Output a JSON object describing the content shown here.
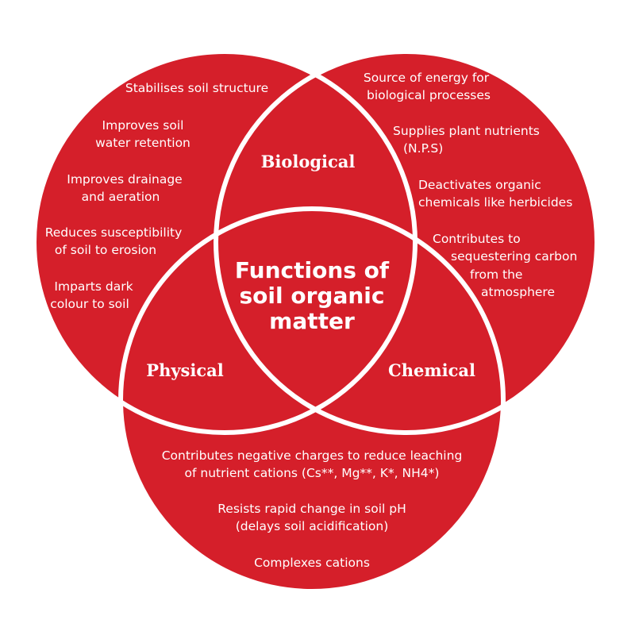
{
  "colors": {
    "fill": "#d51f2a",
    "stroke": "#ffffff",
    "text": "#ffffff"
  },
  "title": [
    "Functions of",
    "soil organic",
    "matter"
  ],
  "labels": {
    "biological": "Biological",
    "physical": "Physical",
    "chemical": "Chemical"
  },
  "physical_items": [
    [
      "Stabilises soil structure"
    ],
    [
      "Improves soil",
      "water retention"
    ],
    [
      "Improves drainage",
      "and aeration"
    ],
    [
      "Reduces susceptibility",
      "of soil to erosion"
    ],
    [
      "Imparts dark",
      "colour to soil"
    ]
  ],
  "biological_items": [
    [
      "Source of energy for",
      "biological processes"
    ],
    [
      "Supplies plant nutrients",
      "(N.P.S)"
    ],
    [
      "Deactivates organic",
      "chemicals like herbicides"
    ],
    [
      "Contributes to",
      "sequestering carbon",
      "from the",
      "atmosphere"
    ]
  ],
  "chemical_items": [
    [
      "Contributes negative charges to reduce leaching",
      "of nutrient cations (Cs**, Mg**, K*, NH4*)"
    ],
    [
      "Resists rapid change in soil pH",
      "(delays soil acidification)"
    ],
    [
      "Complexes cations"
    ]
  ]
}
